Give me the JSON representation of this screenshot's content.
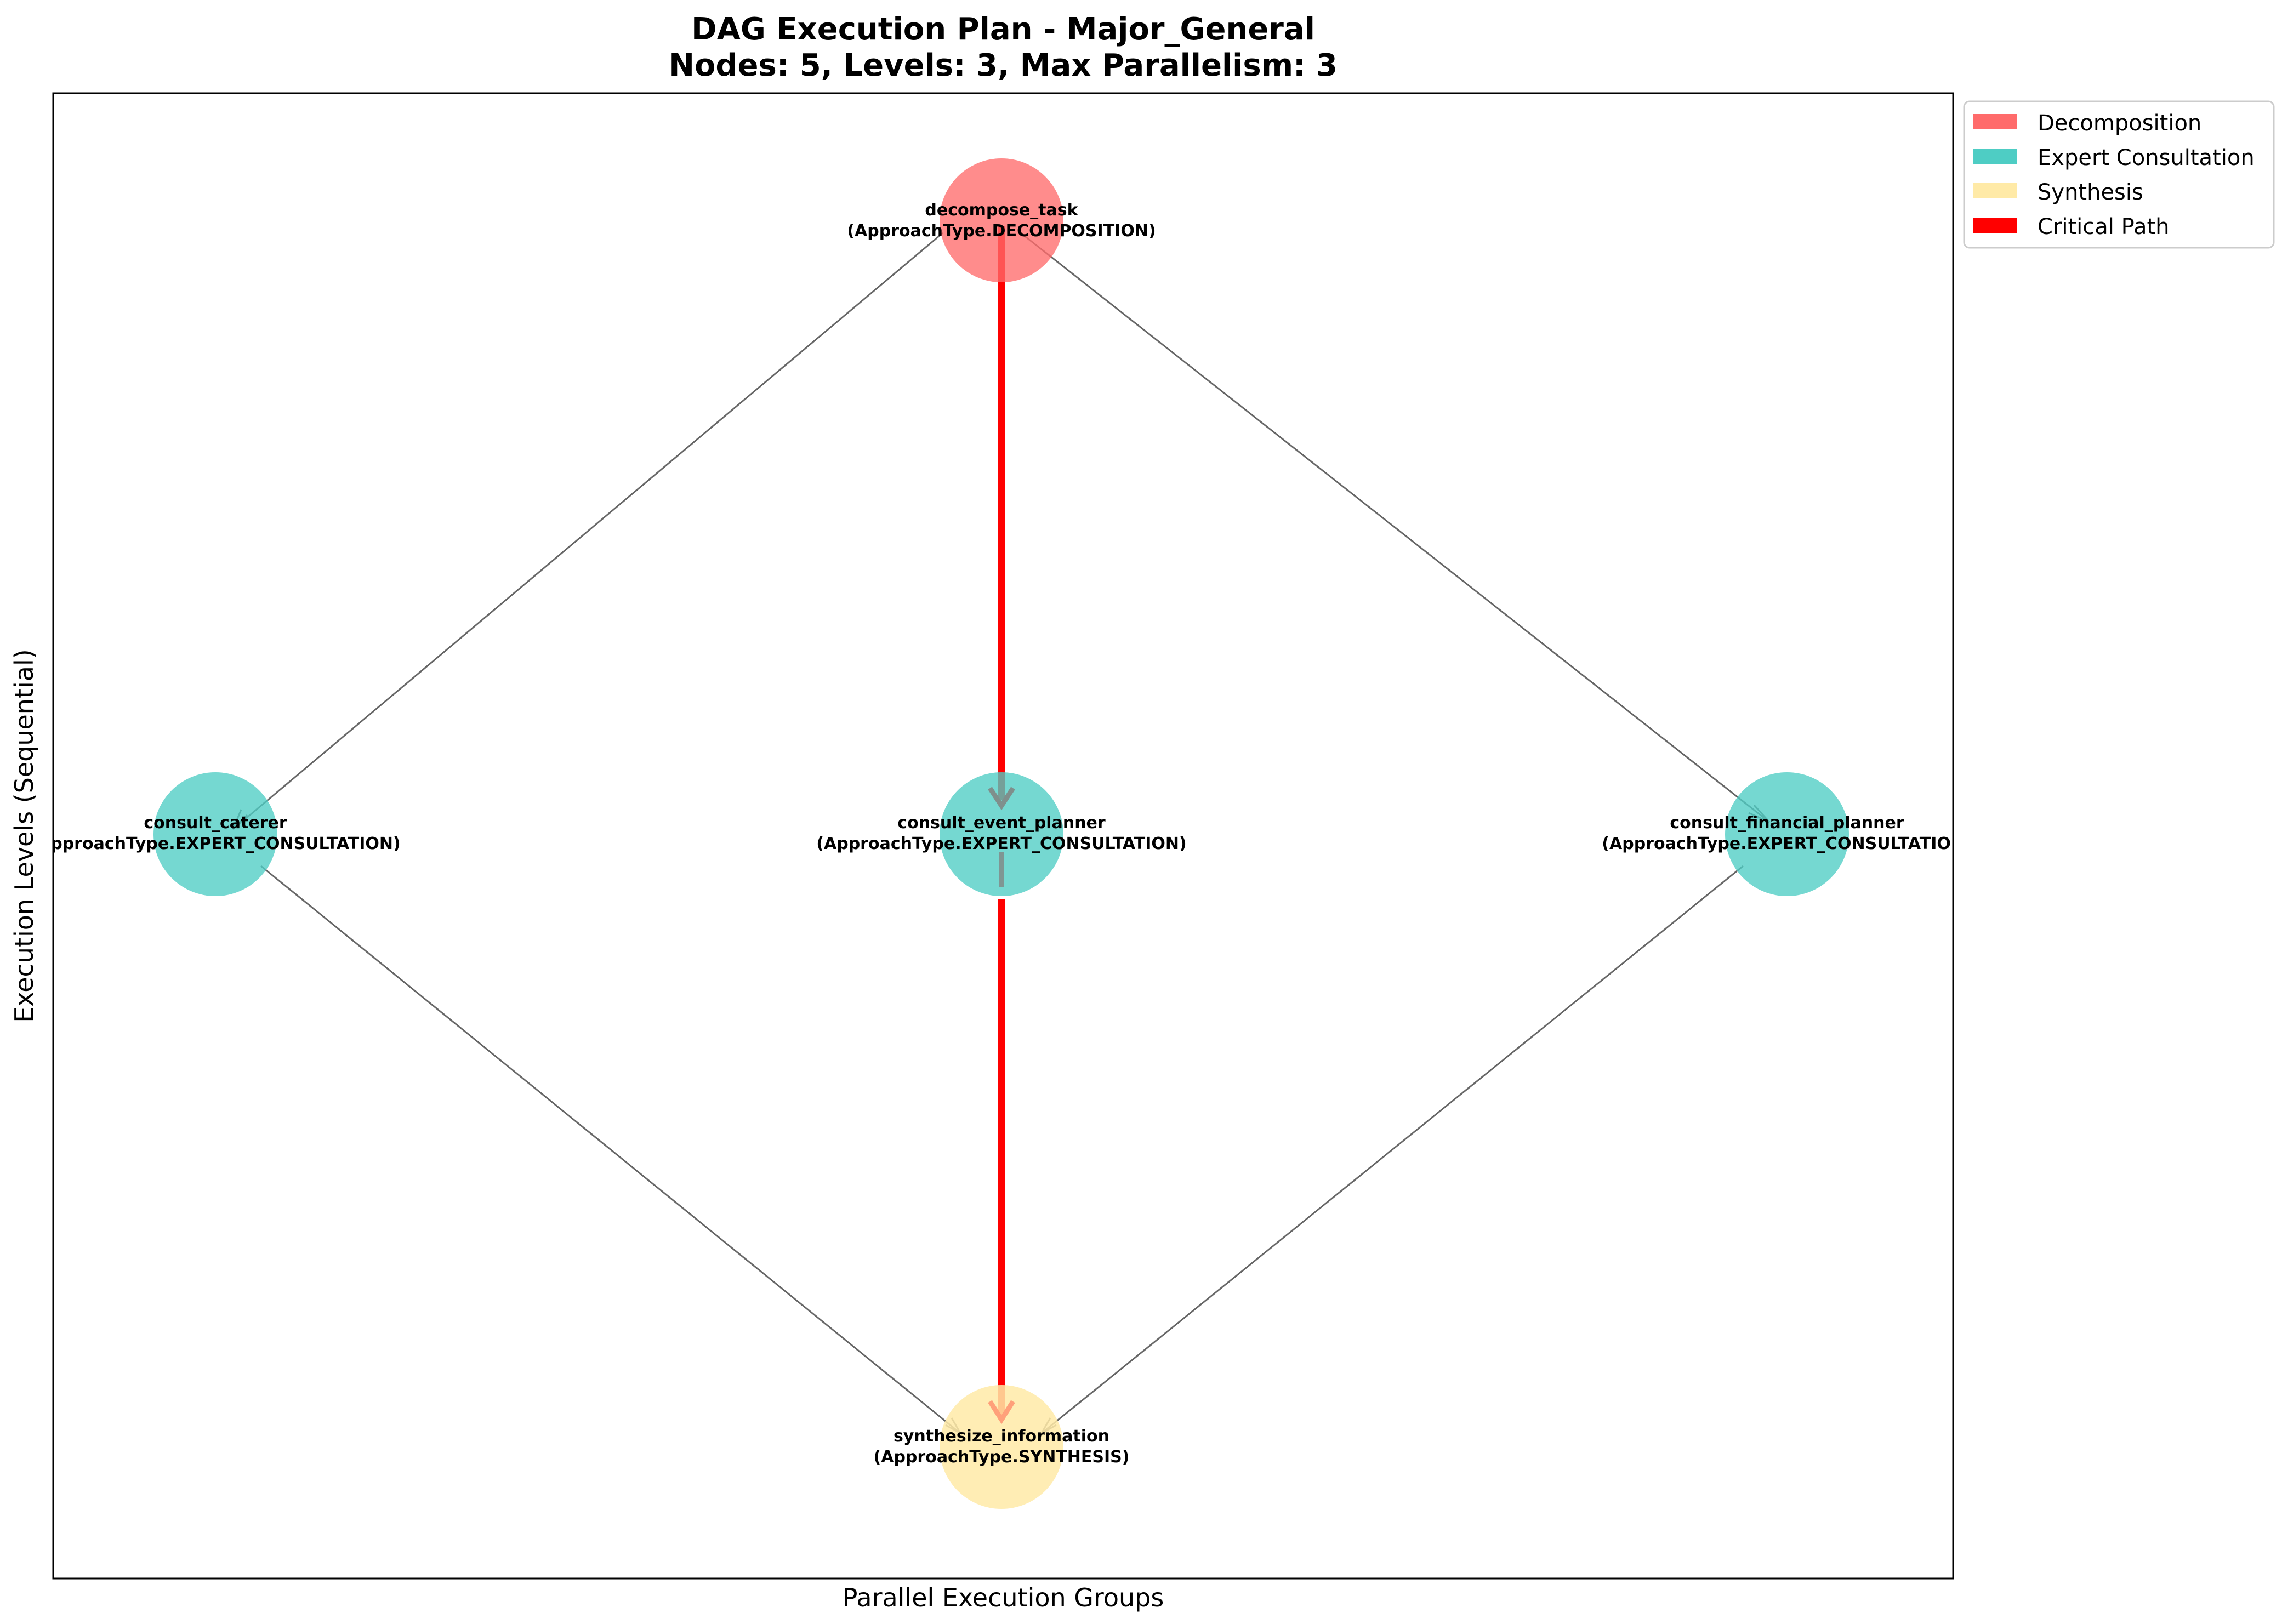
{
  "title_line1": "DAG Execution Plan - Major_General",
  "title_line2": "Nodes: 5, Levels: 3, Max Parallelism: 3",
  "xlabel": "Parallel Execution Groups",
  "ylabel": "Execution Levels (Sequential)",
  "colors": {
    "decomposition": "#FF6B6B",
    "expert_consultation": "#4ECDC4",
    "synthesis": "#FFEAA7",
    "critical_path": "#FF0000",
    "edge": "#666666"
  },
  "legend": [
    {
      "label": "Decomposition",
      "color": "#FF6B6B"
    },
    {
      "label": "Expert Consultation",
      "color": "#4ECDC4"
    },
    {
      "label": "Synthesis",
      "color": "#FFEAA7"
    },
    {
      "label": "Critical Path",
      "color": "#FF0000"
    }
  ],
  "nodes": [
    {
      "name": "decompose_task",
      "type": "(ApproachType.DECOMPOSITION)"
    },
    {
      "name": "consult_caterer",
      "type": "(ApproachType.EXPERT_CONSULTATION)"
    },
    {
      "name": "consult_event_planner",
      "type": "(ApproachType.EXPERT_CONSULTATION)"
    },
    {
      "name": "consult_financial_planner",
      "type": "(ApproachType.EXPERT_CONSULTATION)"
    },
    {
      "name": "synthesize_information",
      "type": "(ApproachType.SYNTHESIS)"
    }
  ]
}
